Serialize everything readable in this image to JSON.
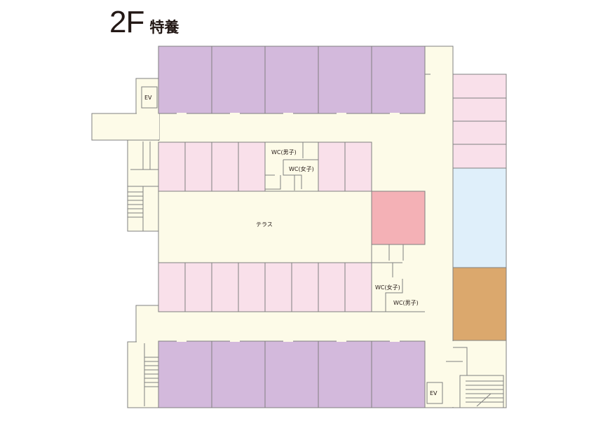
{
  "title": {
    "floor": "2F",
    "subtitle": "特養"
  },
  "labels": {
    "ev": "EV",
    "terrace": "テラス",
    "wc_male": "WC(男子)",
    "wc_female": "WC(女子)"
  },
  "colors": {
    "corridor": "#fdfbe8",
    "room_purple": "#d3b9dc",
    "room_pink": "#f9e0ea",
    "room_blue": "#dfeffa",
    "room_orange": "#dba86d",
    "room_rose": "#f4b1b6",
    "wall": "#808080"
  }
}
